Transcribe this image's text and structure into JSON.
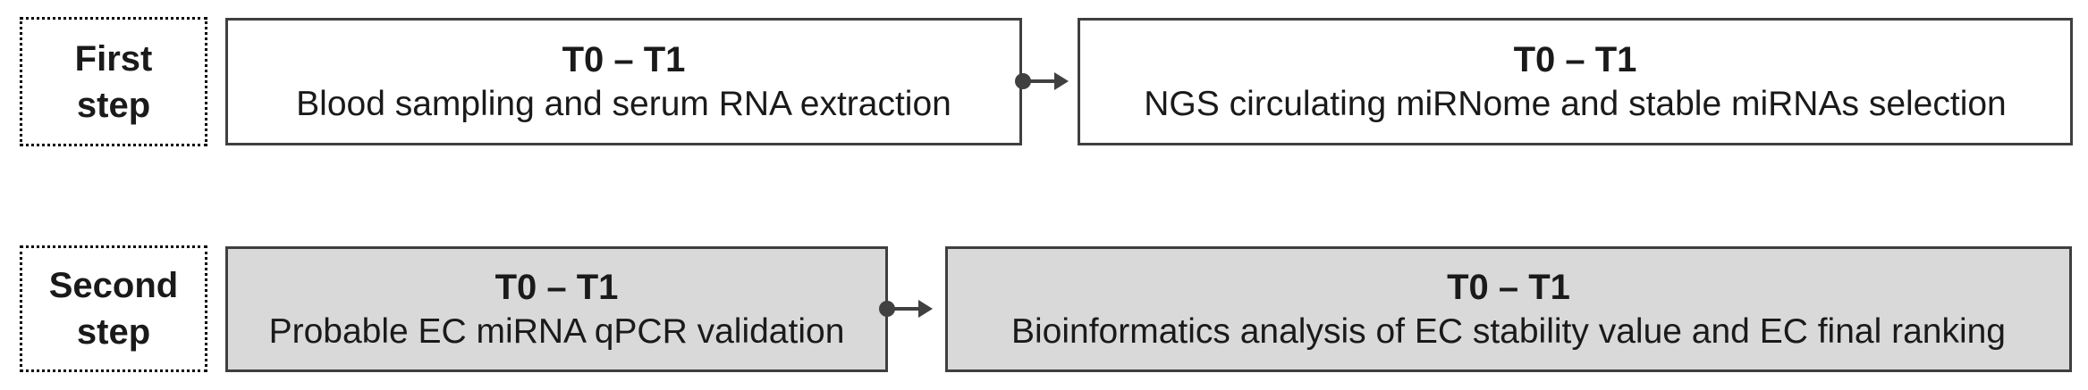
{
  "colors": {
    "box_border": "#3f3f3f",
    "label_border": "#000000",
    "gray_fill": "#d9d9d9",
    "white_fill": "#ffffff",
    "arrow": "#404040",
    "text": "#1a1a1a"
  },
  "rows": [
    {
      "label": {
        "line1": "First",
        "line2": "step"
      },
      "boxes": [
        {
          "title": "T0 – T1",
          "text": "Blood sampling and serum RNA extraction",
          "fill": "white"
        },
        {
          "title": "T0 – T1",
          "text": "NGS circulating miRNome and stable miRNAs selection",
          "fill": "white"
        }
      ]
    },
    {
      "label": {
        "line1": "Second",
        "line2": "step"
      },
      "boxes": [
        {
          "title": "T0 – T1",
          "text": "Probable EC miRNA qPCR validation",
          "fill": "gray"
        },
        {
          "title": "T0 – T1",
          "text": "Bioinformatics analysis of EC stability value and EC final ranking",
          "fill": "gray"
        }
      ]
    }
  ]
}
